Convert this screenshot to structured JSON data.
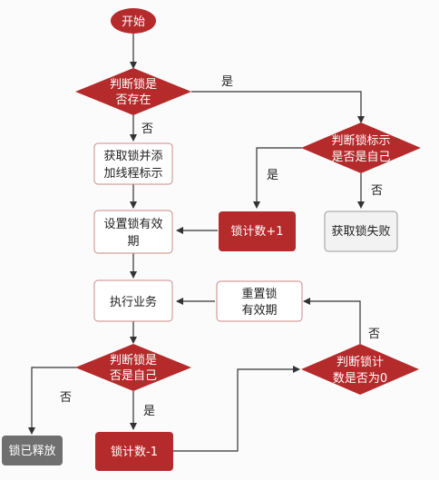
{
  "diagram": {
    "colors": {
      "red": "#b52a2b",
      "gray": "#6f6f6f",
      "box_border": "#cc8888",
      "box_fill": "#ffffff",
      "light_gray_fill": "#f2f2f2",
      "light_gray_border": "#9a9a9a",
      "line": "#333333"
    },
    "nodes": {
      "start": "开始",
      "check_exists_1": "判断锁是",
      "check_exists_2": "否存在",
      "acquire_1": "获取锁并添",
      "acquire_2": "加线程标示",
      "set_expiry_1": "设置锁有效",
      "set_expiry_2": "期",
      "execute": "执行业务",
      "check_self_bottom_1": "判断锁是",
      "check_self_bottom_2": "否是自己",
      "release": "锁已释放",
      "count_minus": "锁计数-1",
      "check_zero_1": "判断锁计",
      "check_zero_2": "数是否为0",
      "reset_expiry_1": "重置锁",
      "reset_expiry_2": "有效期",
      "check_self_top_1": "判断锁标示",
      "check_self_top_2": "是否是自己",
      "count_plus": "锁计数+1",
      "fail": "获取锁失败"
    },
    "edges": {
      "yes": "是",
      "no": "否"
    }
  }
}
